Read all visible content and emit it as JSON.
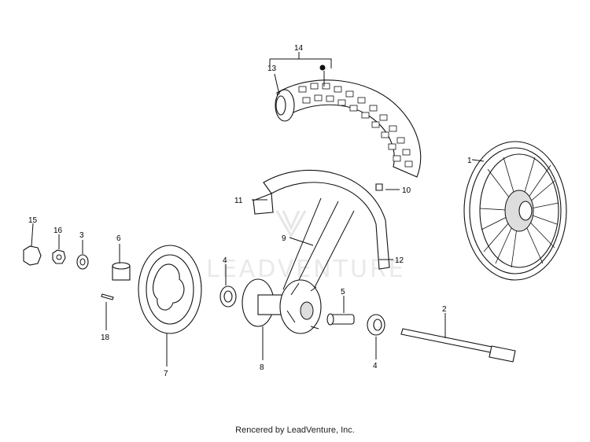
{
  "watermark": "LEADVENTURE",
  "footer_text": "Rencered by LeadVenture, Inc.",
  "callouts": [
    "1",
    "2",
    "3",
    "4",
    "4",
    "5",
    "6",
    "7",
    "8",
    "9",
    "10",
    "11",
    "12",
    "13",
    "14",
    "15",
    "16",
    "18"
  ]
}
